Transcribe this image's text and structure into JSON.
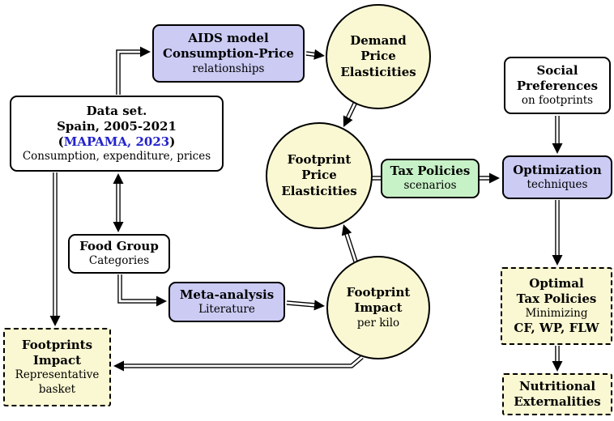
{
  "diagram": {
    "title": "Methodology flow diagram",
    "colors": {
      "purple_box": "#cbcbf4",
      "green_box": "#c7f2c7",
      "yellow_node": "#faf8d2",
      "white_box": "#ffffff",
      "border": "#000000",
      "citation_blue": "#2222cc"
    },
    "nodes": {
      "aids_model": {
        "title1": "AIDS model",
        "title2": "Consumption-Price",
        "subtitle": "relationships"
      },
      "demand_elasticities": {
        "lines": [
          "Demand",
          "Price",
          "Elasticities"
        ]
      },
      "data_set": {
        "title": "Data set.",
        "subtitle": "Spain, 2005-2021",
        "citation_prefix": "(",
        "citation": "MAPAMA, 2023",
        "citation_suffix": ")",
        "detail": "Consumption, expenditure, prices"
      },
      "footprint_price_elasticities": {
        "lines": [
          "Footprint",
          "Price",
          "Elasticities"
        ]
      },
      "tax_policies": {
        "title": "Tax Policies",
        "subtitle": "scenarios"
      },
      "social_preferences": {
        "title1": "Social",
        "title2": "Preferences",
        "subtitle": "on footprints"
      },
      "optimization": {
        "title": "Optimization",
        "subtitle": "techniques"
      },
      "food_group": {
        "title": "Food Group",
        "subtitle": "Categories"
      },
      "meta_analysis": {
        "title": "Meta-analysis",
        "subtitle": "Literature"
      },
      "footprint_impact": {
        "title1": "Footprint",
        "title2": "Impact",
        "subtitle": "per kilo"
      },
      "footprints_impact_basket": {
        "title1": "Footprints",
        "title2": "Impact",
        "subtitle1": "Representative",
        "subtitle2": "basket"
      },
      "optimal_tax_policies": {
        "title1": "Optimal",
        "title2": "Tax Policies",
        "subtitle": "Minimizing",
        "title3": "CF, WP, FLW"
      },
      "nutritional_externalities": {
        "title1": "Nutritional",
        "title2": "Externalities"
      }
    },
    "edges": [
      {
        "id": "data_set-aids_model",
        "from": "data_set",
        "to": "aids_model"
      },
      {
        "id": "aids_model-demand",
        "from": "aids_model",
        "to": "demand_elasticities"
      },
      {
        "id": "demand-fpe",
        "from": "demand_elasticities",
        "to": "footprint_price_elasticities"
      },
      {
        "id": "data_set-food_group",
        "from": "data_set",
        "to": "food_group",
        "bidirectional": true
      },
      {
        "id": "food_group-meta",
        "from": "food_group",
        "to": "meta_analysis"
      },
      {
        "id": "meta-fpi",
        "from": "meta_analysis",
        "to": "footprint_impact"
      },
      {
        "id": "fpi-fpe",
        "from": "footprint_impact",
        "to": "footprint_price_elasticities"
      },
      {
        "id": "fpe-optimization",
        "from": "footprint_price_elasticities",
        "to": "optimization",
        "via": "tax_policies"
      },
      {
        "id": "social-optimization",
        "from": "social_preferences",
        "to": "optimization"
      },
      {
        "id": "optimization-optimal",
        "from": "optimization",
        "to": "optimal_tax_policies"
      },
      {
        "id": "optimal-nutritional",
        "from": "optimal_tax_policies",
        "to": "nutritional_externalities"
      },
      {
        "id": "fpi-basket",
        "from": "footprint_impact",
        "to": "footprints_impact_basket"
      },
      {
        "id": "data_set-basket",
        "from": "data_set",
        "to": "footprints_impact_basket"
      }
    ]
  }
}
